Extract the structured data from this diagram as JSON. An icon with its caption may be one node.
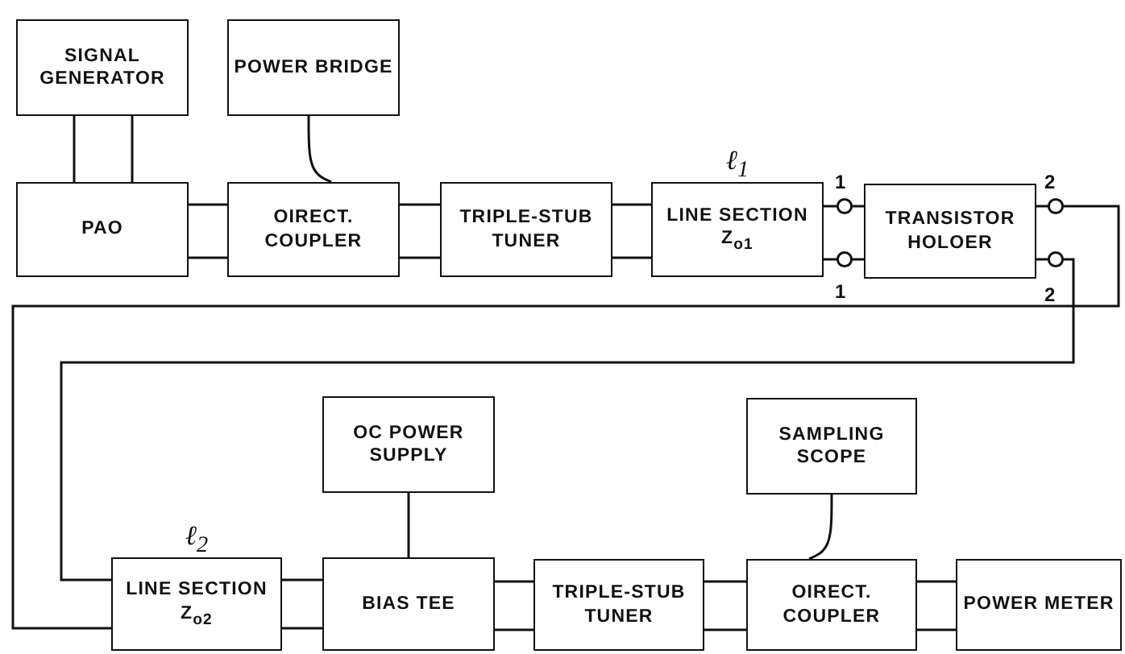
{
  "diagram": {
    "nodes": [
      {
        "text": [
          "SIGNAL GENERATOR"
        ]
      },
      {
        "text": [
          "POWER BRIDGE"
        ]
      },
      {
        "text": [
          "PAO"
        ]
      },
      {
        "text": [
          "OIRECT. COUPLER"
        ]
      },
      {
        "text": [
          "TRIPLE-STUB TUNER"
        ]
      },
      {
        "text": [
          "LINE SECTION Z$_{o1}$"
        ],
        "beside": [
          "ℓ$_{1}$"
        ]
      },
      {
        "text": [
          "TRANSISTOR HOLOER"
        ]
      },
      {
        "text": [
          "OC POWER SUPPLY"
        ]
      },
      {
        "text": [
          "SAMPLING SCOPE"
        ]
      },
      {
        "text": [
          "LINE SECTION Z$_{o2}$"
        ],
        "beside": [
          "ℓ$_{2}$"
        ]
      },
      {
        "text": [
          "BIAS TEE"
        ]
      },
      {
        "text": [
          "TRIPLE-STUB TUNER"
        ]
      },
      {
        "text": [
          "OIRECT. COUPLER"
        ]
      },
      {
        "text": [
          "POWER METER"
        ]
      }
    ],
    "edges": [
      {
        "from": 0,
        "to": 2,
        "arrow": "none"
      },
      {
        "from": 0,
        "to": 2,
        "arrow": "none"
      },
      {
        "from": 1,
        "to": 3,
        "arrow": "none"
      },
      {
        "from": 2,
        "to": 3,
        "arrow": "none"
      },
      {
        "from": 2,
        "to": 3,
        "arrow": "none"
      },
      {
        "from": 3,
        "to": 4,
        "arrow": "none"
      },
      {
        "from": 3,
        "to": 4,
        "arrow": "none"
      },
      {
        "from": 4,
        "to": 5,
        "arrow": "none"
      },
      {
        "from": 4,
        "to": 5,
        "arrow": "none"
      },
      {
        "from": 5,
        "to": 6,
        "arrow": "other"
      },
      {
        "from": 5,
        "to": 6,
        "arrow": "other"
      },
      {
        "from": 6,
        "to": 9,
        "arrow": "other"
      },
      {
        "from": 6,
        "to": 9,
        "arrow": "other"
      },
      {
        "from": 7,
        "to": 10,
        "arrow": "none"
      },
      {
        "from": 8,
        "to": 12,
        "arrow": "none"
      },
      {
        "from": 9,
        "to": 10,
        "arrow": "none"
      },
      {
        "from": 9,
        "to": 10,
        "arrow": "none"
      },
      {
        "from": 10,
        "to": 11,
        "arrow": "none"
      },
      {
        "from": 10,
        "to": 11,
        "arrow": "none"
      },
      {
        "from": 11,
        "to": 12,
        "arrow": "none"
      },
      {
        "from": 11,
        "to": 12,
        "arrow": "none"
      },
      {
        "from": 12,
        "to": 13,
        "arrow": "none"
      },
      {
        "from": 12,
        "to": 13,
        "arrow": "none"
      }
    ],
    "labels": [
      "1",
      "2",
      "1",
      "2"
    ]
  }
}
